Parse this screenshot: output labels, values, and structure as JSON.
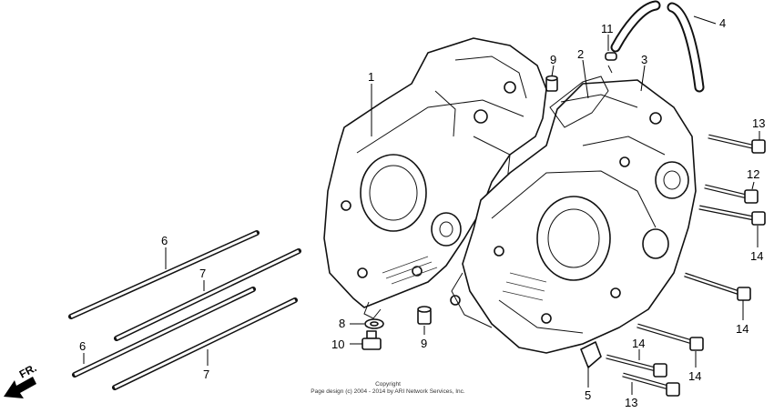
{
  "callouts": [
    {
      "id": "c1",
      "text": "1"
    },
    {
      "id": "c2",
      "text": "2"
    },
    {
      "id": "c3",
      "text": "3"
    },
    {
      "id": "c4",
      "text": "4"
    },
    {
      "id": "c5",
      "text": "5"
    },
    {
      "id": "c6a",
      "text": "6"
    },
    {
      "id": "c6b",
      "text": "6"
    },
    {
      "id": "c7a",
      "text": "7"
    },
    {
      "id": "c7b",
      "text": "7"
    },
    {
      "id": "c8",
      "text": "8"
    },
    {
      "id": "c9a",
      "text": "9"
    },
    {
      "id": "c9b",
      "text": "9"
    },
    {
      "id": "c10",
      "text": "10"
    },
    {
      "id": "c11",
      "text": "11"
    },
    {
      "id": "c12",
      "text": "12"
    },
    {
      "id": "c13a",
      "text": "13"
    },
    {
      "id": "c13b",
      "text": "13"
    },
    {
      "id": "c14a",
      "text": "14"
    },
    {
      "id": "c14b",
      "text": "14"
    },
    {
      "id": "c14c",
      "text": "14"
    },
    {
      "id": "c14d",
      "text": "14"
    }
  ],
  "direction_label": "FR.",
  "copyright": {
    "line1": "Copyright",
    "line2": "Page design (c) 2004 - 2014 by ARI Network Services, Inc."
  }
}
